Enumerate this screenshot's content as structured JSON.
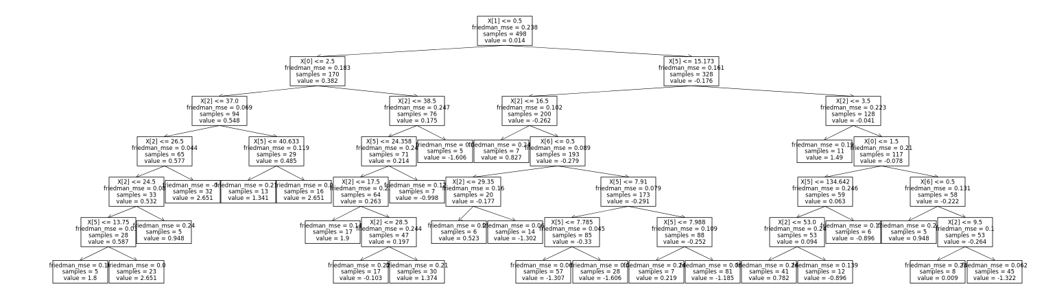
{
  "tree": {
    "nodes": [
      {
        "id": "n0",
        "lines": [
          "X[1] <= 0.5",
          "friedman_mse = 0.238",
          "samples = 498",
          "value = 0.014"
        ]
      },
      {
        "id": "n1",
        "lines": [
          "X[0] <= 2.5",
          "friedman_mse = 0.183",
          "samples = 170",
          "value = 0.382"
        ]
      },
      {
        "id": "n2",
        "lines": [
          "X[5] <= 15.173",
          "friedman_mse = 0.161",
          "samples = 328",
          "value = -0.176"
        ]
      },
      {
        "id": "n3",
        "lines": [
          "X[2] <= 37.0",
          "friedman_mse = 0.069",
          "samples = 94",
          "value = 0.548"
        ]
      },
      {
        "id": "n4",
        "lines": [
          "X[2] <= 38.5",
          "friedman_mse = 0.247",
          "samples = 76",
          "value = 0.175"
        ]
      },
      {
        "id": "n5",
        "lines": [
          "X[2] <= 16.5",
          "friedman_mse = 0.102",
          "samples = 200",
          "value = -0.262"
        ]
      },
      {
        "id": "n6",
        "lines": [
          "X[2] <= 3.5",
          "friedman_mse = 0.223",
          "samples = 128",
          "value = -0.041"
        ]
      },
      {
        "id": "n7",
        "lines": [
          "X[2] <= 26.5",
          "friedman_mse = 0.044",
          "samples = 65",
          "value = 0.577"
        ]
      },
      {
        "id": "n8",
        "lines": [
          "X[5] <= 40.633",
          "friedman_mse = 0.119",
          "samples = 29",
          "value = 0.485"
        ]
      },
      {
        "id": "n9",
        "lines": [
          "X[5] <= 24.358",
          "friedman_mse = 0.242",
          "samples = 71",
          "value = 0.214"
        ]
      },
      {
        "id": "n10",
        "lines": [
          "friedman_mse = 0.0",
          "samples = 5",
          "value = -1.606"
        ]
      },
      {
        "id": "n11",
        "lines": [
          "friedman_mse = 0.245",
          "samples = 7",
          "value = 0.827"
        ]
      },
      {
        "id": "n12",
        "lines": [
          "X[6] <= 0.5",
          "friedman_mse = 0.089",
          "samples = 193",
          "value = -0.279"
        ]
      },
      {
        "id": "n13",
        "lines": [
          "friedman_mse = 0.198",
          "samples = 11",
          "value = 1.49"
        ]
      },
      {
        "id": "n14",
        "lines": [
          "X[0] <= 1.5",
          "friedman_mse = 0.21",
          "samples = 117",
          "value = -0.078"
        ]
      },
      {
        "id": "n15",
        "lines": [
          "X[2] <= 24.5",
          "friedman_mse = 0.083",
          "samples = 33",
          "value = 0.532"
        ]
      },
      {
        "id": "n16",
        "lines": [
          "friedman_mse = -0.0",
          "samples = 32",
          "value = 2.651"
        ]
      },
      {
        "id": "n17",
        "lines": [
          "friedman_mse = 0.213",
          "samples = 13",
          "value = 1.341"
        ]
      },
      {
        "id": "n18",
        "lines": [
          "friedman_mse = 0.0",
          "samples = 16",
          "value = 2.651"
        ]
      },
      {
        "id": "n19",
        "lines": [
          "X[2] <= 17.5",
          "friedman_mse = 0.23",
          "samples = 64",
          "value = 0.263"
        ]
      },
      {
        "id": "n20",
        "lines": [
          "friedman_mse = 0.122",
          "samples = 7",
          "value = -0.998"
        ]
      },
      {
        "id": "n21",
        "lines": [
          "X[2] <= 29.35",
          "friedman_mse = 0.16",
          "samples = 20",
          "value = -0.177"
        ]
      },
      {
        "id": "n22",
        "lines": [
          "X[5] <= 7.91",
          "friedman_mse = 0.079",
          "samples = 173",
          "value = -0.291"
        ]
      },
      {
        "id": "n23",
        "lines": [
          "X[5] <= 134.642",
          "friedman_mse = 0.246",
          "samples = 59",
          "value = 0.063"
        ]
      },
      {
        "id": "n24",
        "lines": [
          "X[6] <= 0.5",
          "friedman_mse = 0.131",
          "samples = 58",
          "value = -0.222"
        ]
      },
      {
        "id": "n25",
        "lines": [
          "X[5] <= 13.75",
          "friedman_mse = 0.034",
          "samples = 28",
          "value = 0.587"
        ]
      },
      {
        "id": "n26",
        "lines": [
          "friedman_mse = 0.24",
          "samples = 5",
          "value = 0.948"
        ]
      },
      {
        "id": "n27",
        "lines": [
          "friedman_mse = 0.145",
          "samples = 17",
          "value = 1.9"
        ]
      },
      {
        "id": "n28",
        "lines": [
          "X[2] <= 28.5",
          "friedman_mse = 0.244",
          "samples = 47",
          "value = 0.197"
        ]
      },
      {
        "id": "n29",
        "lines": [
          "friedman_mse = 0.25",
          "samples = 6",
          "value = 0.523"
        ]
      },
      {
        "id": "n30",
        "lines": [
          "friedman_mse = 0.066",
          "samples = 14",
          "value = -1.302"
        ]
      },
      {
        "id": "n31",
        "lines": [
          "X[5] <= 7.785",
          "friedman_mse = 0.045",
          "samples = 85",
          "value = -0.33"
        ]
      },
      {
        "id": "n32",
        "lines": [
          "X[5] <= 7.988",
          "friedman_mse = 0.109",
          "samples = 88",
          "value = -0.252"
        ]
      },
      {
        "id": "n33",
        "lines": [
          "X[2] <= 53.0",
          "friedman_mse = 0.249",
          "samples = 53",
          "value = 0.094"
        ]
      },
      {
        "id": "n34",
        "lines": [
          "friedman_mse = 0.139",
          "samples = 6",
          "value = -0.896"
        ]
      },
      {
        "id": "n35",
        "lines": [
          "friedman_mse = 0.24",
          "samples = 5",
          "value = 0.948"
        ]
      },
      {
        "id": "n36",
        "lines": [
          "X[2] <= 9.5",
          "friedman_mse = 0.1",
          "samples = 53",
          "value = -0.264"
        ]
      },
      {
        "id": "n37",
        "lines": [
          "friedman_mse = 0.16",
          "samples = 5",
          "value = 1.8"
        ]
      },
      {
        "id": "n38",
        "lines": [
          "friedman_mse = 0.0",
          "samples = 23",
          "value = 2.651"
        ]
      },
      {
        "id": "n39",
        "lines": [
          "friedman_mse = 0.228",
          "samples = 17",
          "value = -0.103"
        ]
      },
      {
        "id": "n40",
        "lines": [
          "friedman_mse = 0.21",
          "samples = 30",
          "value = 1.374"
        ]
      },
      {
        "id": "n41",
        "lines": [
          "friedman_mse = 0.065",
          "samples = 57",
          "value = -1.307"
        ]
      },
      {
        "id": "n42",
        "lines": [
          "friedman_mse = 0.0",
          "samples = 28",
          "value = -1.606"
        ]
      },
      {
        "id": "n43",
        "lines": [
          "friedman_mse = 0.245",
          "samples = 7",
          "value = 0.219"
        ]
      },
      {
        "id": "n44",
        "lines": [
          "friedman_mse = 0.089",
          "samples = 81",
          "value = -1.185"
        ]
      },
      {
        "id": "n45",
        "lines": [
          "friedman_mse = 0.246",
          "samples = 41",
          "value = 0.782"
        ]
      },
      {
        "id": "n46",
        "lines": [
          "friedman_mse = 0.139",
          "samples = 12",
          "value = -0.896"
        ]
      },
      {
        "id": "n47",
        "lines": [
          "friedman_mse = 0.234",
          "samples = 8",
          "value = 0.009"
        ]
      },
      {
        "id": "n48",
        "lines": [
          "friedman_mse = 0.062",
          "samples = 45",
          "value = -1.322"
        ]
      }
    ],
    "edges": [
      [
        "n0",
        "n1"
      ],
      [
        "n0",
        "n2"
      ],
      [
        "n1",
        "n3"
      ],
      [
        "n1",
        "n4"
      ],
      [
        "n2",
        "n5"
      ],
      [
        "n2",
        "n6"
      ],
      [
        "n3",
        "n7"
      ],
      [
        "n3",
        "n8"
      ],
      [
        "n4",
        "n9"
      ],
      [
        "n4",
        "n10"
      ],
      [
        "n5",
        "n11"
      ],
      [
        "n5",
        "n12"
      ],
      [
        "n6",
        "n13"
      ],
      [
        "n6",
        "n14"
      ],
      [
        "n7",
        "n15"
      ],
      [
        "n7",
        "n16"
      ],
      [
        "n8",
        "n17"
      ],
      [
        "n8",
        "n18"
      ],
      [
        "n9",
        "n19"
      ],
      [
        "n9",
        "n20"
      ],
      [
        "n12",
        "n21"
      ],
      [
        "n12",
        "n22"
      ],
      [
        "n14",
        "n23"
      ],
      [
        "n14",
        "n24"
      ],
      [
        "n15",
        "n25"
      ],
      [
        "n15",
        "n26"
      ],
      [
        "n19",
        "n27"
      ],
      [
        "n19",
        "n28"
      ],
      [
        "n21",
        "n29"
      ],
      [
        "n21",
        "n30"
      ],
      [
        "n22",
        "n31"
      ],
      [
        "n22",
        "n32"
      ],
      [
        "n23",
        "n33"
      ],
      [
        "n23",
        "n34"
      ],
      [
        "n24",
        "n35"
      ],
      [
        "n24",
        "n36"
      ],
      [
        "n25",
        "n37"
      ],
      [
        "n25",
        "n38"
      ],
      [
        "n28",
        "n39"
      ],
      [
        "n28",
        "n40"
      ],
      [
        "n31",
        "n41"
      ],
      [
        "n31",
        "n42"
      ],
      [
        "n32",
        "n43"
      ],
      [
        "n32",
        "n44"
      ],
      [
        "n33",
        "n45"
      ],
      [
        "n33",
        "n46"
      ],
      [
        "n36",
        "n47"
      ],
      [
        "n36",
        "n48"
      ]
    ]
  }
}
